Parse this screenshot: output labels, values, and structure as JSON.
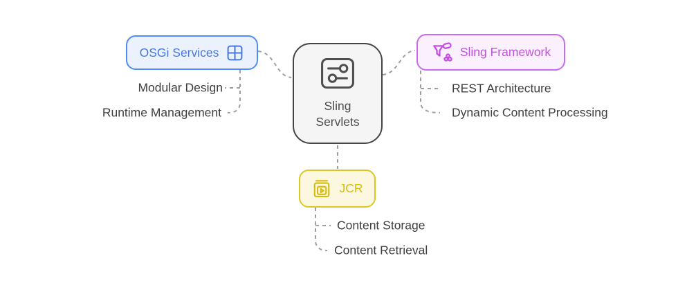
{
  "diagram": {
    "background": "#ffffff",
    "connector_color": "#9e9e9e",
    "center_node": {
      "label": "Sling Servlets",
      "icon": "sliders-icon",
      "fill": "#f5f5f5",
      "border": "#454545",
      "text_color": "#4c4c4c"
    },
    "branches": [
      {
        "id": "osgi-services",
        "label": "OSGi Services",
        "icon": "grid-icon",
        "fill": "#ebf2fe",
        "border": "#4f8df6",
        "text_color": "#4678dd",
        "children": [
          "Modular Design",
          "Runtime Management"
        ]
      },
      {
        "id": "sling-framework",
        "label": "Sling Framework",
        "icon": "funnel-icon",
        "fill": "#fbf0fe",
        "border": "#c969f1",
        "text_color": "#c251dd",
        "children": [
          "REST Architecture",
          "Dynamic Content Processing"
        ]
      },
      {
        "id": "jcr",
        "label": "JCR",
        "icon": "media-library-icon",
        "fill": "#fcf8e0",
        "border": "#ddc821",
        "text_color": "#d6bc10",
        "children": [
          "Content Storage",
          "Content Retrieval"
        ]
      }
    ]
  }
}
